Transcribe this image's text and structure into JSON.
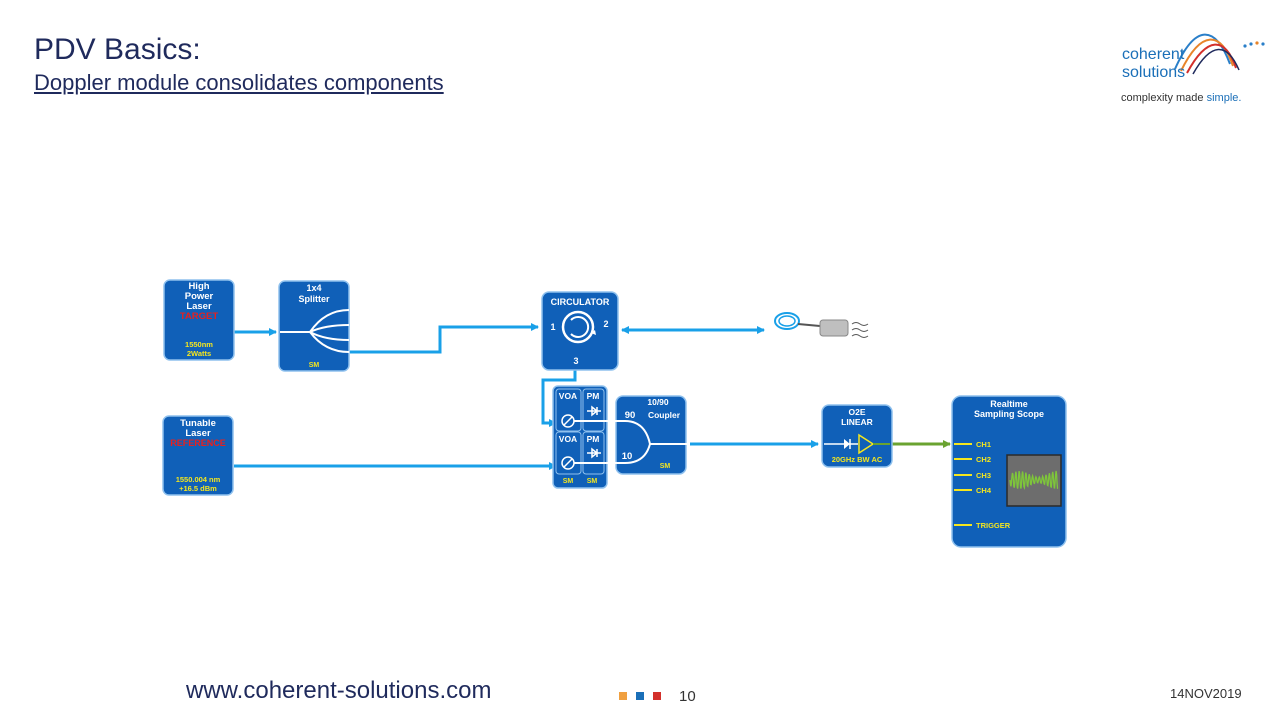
{
  "slide": {
    "title": "PDV Basics:",
    "subtitle": "Doppler module consolidates components",
    "page_number": "10",
    "date": "14NOV2019",
    "url": "www.coherent-solutions.com"
  },
  "logo": {
    "word1": "coherent",
    "word2": "solutions",
    "tagline_prefix": "complexity made ",
    "tagline_accent": "simple."
  },
  "diagram": {
    "high_power_laser": {
      "line1": "High",
      "line2": "Power",
      "line3": "Laser",
      "tag": "TARGET",
      "spec1": "1550nm",
      "spec2": "2Watts"
    },
    "splitter": {
      "line1": "1x4",
      "line2": "Splitter",
      "mode": "SM"
    },
    "circulator": {
      "label": "CIRCULATOR",
      "port1": "1",
      "port2": "2",
      "port3": "3"
    },
    "tunable_laser": {
      "line1": "Tunable",
      "line2": "Laser",
      "tag": "REFERENCE",
      "spec1": "1550.004 nm",
      "spec2": "+16.5 dBm"
    },
    "voa_pm_module": {
      "voa": "VOA",
      "pm": "PM",
      "mode": "SM"
    },
    "coupler": {
      "line1": "10/90",
      "line2": "Coupler",
      "port90": "90",
      "port10": "10",
      "mode": "SM"
    },
    "o2e": {
      "line1": "O2E",
      "line2": "LINEAR",
      "spec": "20GHz BW AC"
    },
    "scope": {
      "line1": "Realtime",
      "line2": "Sampling Scope",
      "channels": [
        "CH1",
        "CH2",
        "CH3",
        "CH4"
      ],
      "trigger": "TRIGGER"
    }
  },
  "colors": {
    "block_blue": "#1060b8",
    "fiber_blue": "#19a0e8",
    "electrical_green": "#6aa330",
    "label_yellow": "#f5e61e",
    "label_red": "#e8201e",
    "title_navy": "#1f2a5c"
  }
}
